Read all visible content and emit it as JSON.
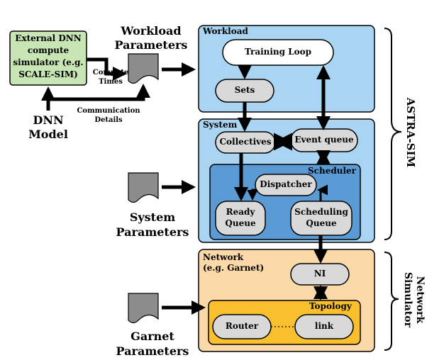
{
  "external_sim": {
    "line1": "External DNN",
    "line2": "compute",
    "line3": "simulator (e.g.",
    "line4": "SCALE-SIM)"
  },
  "dnn_model": {
    "line1": "DNN",
    "line2": "Model"
  },
  "workload_parameters": {
    "line1": "Workload",
    "line2": "Parameters"
  },
  "compute_times": {
    "line1": "Compute",
    "line2": "Times"
  },
  "communication_details": {
    "line1": "Communication",
    "line2": "Details"
  },
  "system_parameters": {
    "line1": "System",
    "line2": "Parameters"
  },
  "garnet_parameters": {
    "line1": "Garnet",
    "line2": "Parameters"
  },
  "workload": {
    "title": "Workload",
    "training_loop": "Training Loop",
    "sets": "Sets"
  },
  "system": {
    "title": "System",
    "collectives": "Collectives",
    "event_queue": "Event queue"
  },
  "scheduler": {
    "title": "Scheduler",
    "dispatcher": "Dispatcher",
    "ready_queue_1": "Ready",
    "ready_queue_2": "Queue",
    "scheduling_queue_1": "Scheduling",
    "scheduling_queue_2": "Queue"
  },
  "network": {
    "title_1": "Network",
    "title_2": "(e.g. Garnet)",
    "ni": "NI"
  },
  "topology": {
    "title": "Topology",
    "router": "Router",
    "link": "link"
  },
  "labels": {
    "astra_sim": "ASTRA-SIM",
    "network_simulator_1": "Network",
    "network_simulator_2": "Simulator"
  },
  "colors": {
    "workload_fill": "#a9d5f2",
    "system_fill": "#a9d5f2",
    "scheduler_fill": "#5b9bd5",
    "network_fill": "#fbd8a7",
    "topology_fill": "#f9bf2c",
    "external_fill": "#c8e6b4",
    "node_fill": "#d9d9d9",
    "doc_fill": "#8c8c8c"
  }
}
